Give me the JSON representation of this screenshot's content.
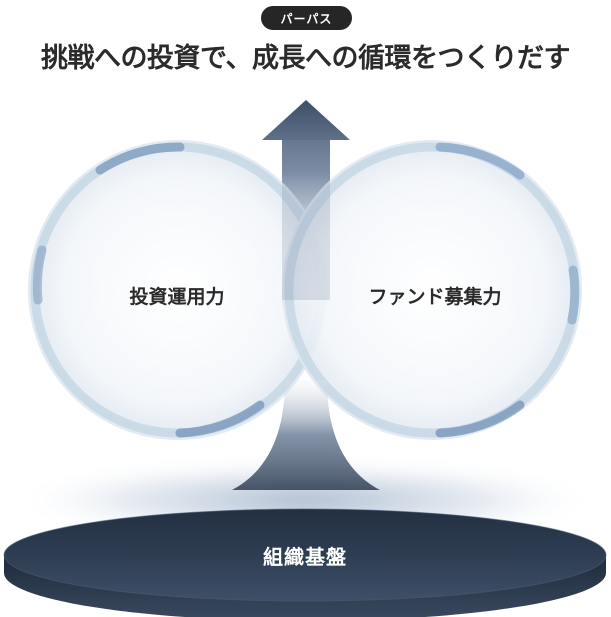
{
  "badge": {
    "label": "パーパス"
  },
  "headline": "挑戦への投資で、成長への循環をつくりだす",
  "circles": {
    "left": {
      "label": "投資運用力"
    },
    "right": {
      "label": "ファンド募集力"
    }
  },
  "base": {
    "label": "組織基盤"
  },
  "colors": {
    "arrow_top": "#3d4e66",
    "arrow_mid": "#8c9cb4",
    "ring": "#b8cde0",
    "ring_accent": "#6d8fb5",
    "base_dark": "#2b3849",
    "badge_bg": "#262626"
  }
}
